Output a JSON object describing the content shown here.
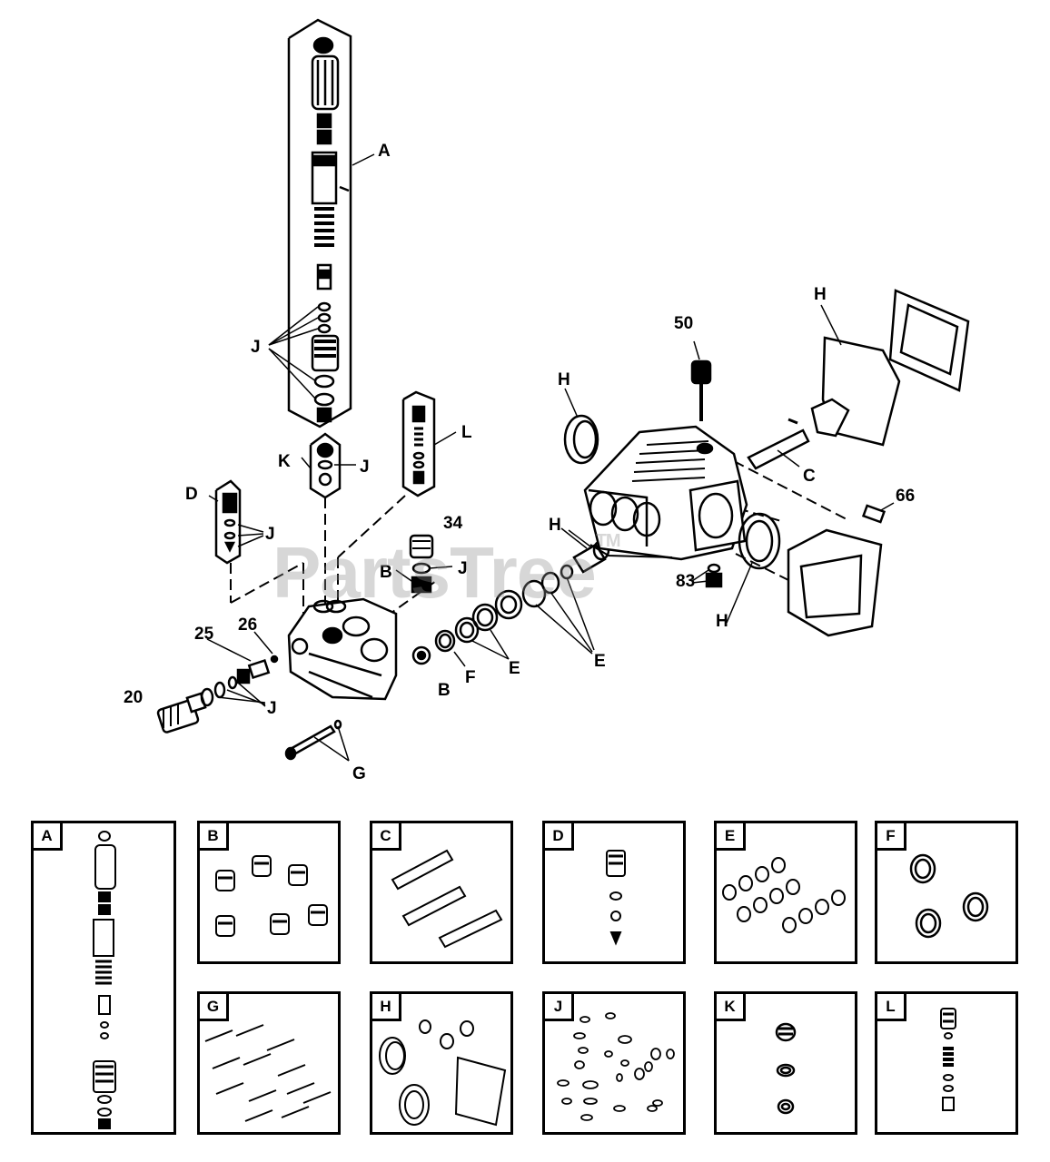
{
  "watermark": {
    "text": "PartsTree",
    "mark": "TM"
  },
  "callouts": {
    "A": "A",
    "J1": "J",
    "K": "K",
    "J2": "J",
    "L": "L",
    "D": "D",
    "J3": "J",
    "n34": "34",
    "B1": "B",
    "J4": "J",
    "n25": "25",
    "n26": "26",
    "n20": "20",
    "J5": "J",
    "B2": "B",
    "F": "F",
    "E1": "E",
    "E2": "E",
    "G": "G",
    "H1": "H",
    "H2": "H",
    "n50": "50",
    "H3": "H",
    "C": "C",
    "n66": "66",
    "n83": "83",
    "H4": "H"
  },
  "kits": [
    {
      "id": "A",
      "label": "A"
    },
    {
      "id": "B",
      "label": "B"
    },
    {
      "id": "C",
      "label": "C"
    },
    {
      "id": "D",
      "label": "D"
    },
    {
      "id": "E",
      "label": "E"
    },
    {
      "id": "F",
      "label": "F"
    },
    {
      "id": "G",
      "label": "G"
    },
    {
      "id": "H",
      "label": "H"
    },
    {
      "id": "J",
      "label": "J"
    },
    {
      "id": "K",
      "label": "K"
    },
    {
      "id": "L",
      "label": "L"
    }
  ],
  "colors": {
    "ink": "#000000",
    "watermark": "#8c8c8c",
    "background": "#ffffff"
  }
}
